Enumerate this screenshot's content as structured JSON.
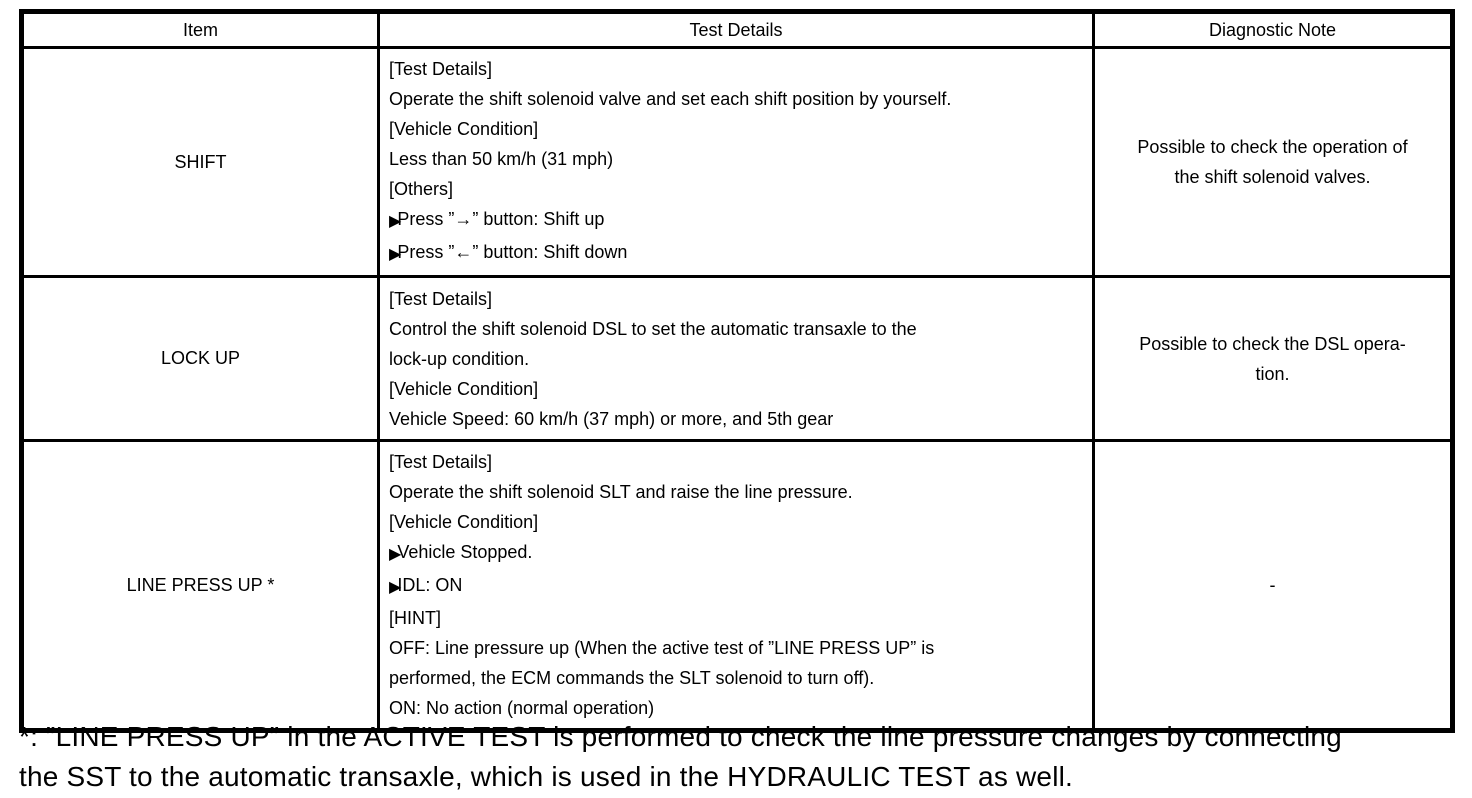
{
  "icons": {
    "bullet": "▶"
  },
  "table": {
    "headers": {
      "item": "Item",
      "details": "Test Details",
      "diagnostic": "Diagnostic Note"
    },
    "rows": [
      {
        "item": "SHIFT",
        "details": [
          {
            "bullet": false,
            "text": "[Test Details]"
          },
          {
            "bullet": false,
            "text": "Operate the shift solenoid valve and set each shift position by yourself."
          },
          {
            "bullet": false,
            "text": "[Vehicle Condition]"
          },
          {
            "bullet": false,
            "text": "Less than 50 km/h (31 mph)"
          },
          {
            "bullet": false,
            "text": "[Others]"
          },
          {
            "bullet": true,
            "text": "Press ”→” button: Shift up"
          },
          {
            "bullet": true,
            "text": "Press ”←” button: Shift down"
          }
        ],
        "diagnostic": "Possible to check the operation of\nthe shift solenoid valves."
      },
      {
        "item": "LOCK UP",
        "details": [
          {
            "bullet": false,
            "text": "[Test Details]"
          },
          {
            "bullet": false,
            "text": "Control the shift solenoid DSL to set the automatic transaxle to the"
          },
          {
            "bullet": false,
            "text": "lock-up condition."
          },
          {
            "bullet": false,
            "text": "[Vehicle Condition]"
          },
          {
            "bullet": false,
            "text": "Vehicle Speed: 60 km/h (37 mph) or more, and 5th gear"
          }
        ],
        "diagnostic": "Possible to check the DSL opera-\ntion."
      },
      {
        "item": "LINE PRESS UP *",
        "details": [
          {
            "bullet": false,
            "text": "[Test Details]"
          },
          {
            "bullet": false,
            "text": "Operate the shift solenoid SLT and raise the line pressure."
          },
          {
            "bullet": false,
            "text": "[Vehicle Condition]"
          },
          {
            "bullet": true,
            "text": "Vehicle Stopped."
          },
          {
            "bullet": true,
            "text": "IDL: ON"
          },
          {
            "bullet": false,
            "text": "[HINT]"
          },
          {
            "bullet": false,
            "text": "OFF: Line pressure up (When the active test of ”LINE PRESS UP” is"
          },
          {
            "bullet": false,
            "text": "performed, the ECM commands the SLT solenoid to turn off)."
          },
          {
            "bullet": false,
            "text": "ON: No action (normal operation)"
          }
        ],
        "diagnostic": "-"
      }
    ]
  },
  "footnote": "*: ”LINE PRESS UP” in the ACTIVE TEST is performed to check the line pressure changes by connecting\nthe SST to the automatic transaxle, which is used in the HYDRAULIC TEST as well."
}
